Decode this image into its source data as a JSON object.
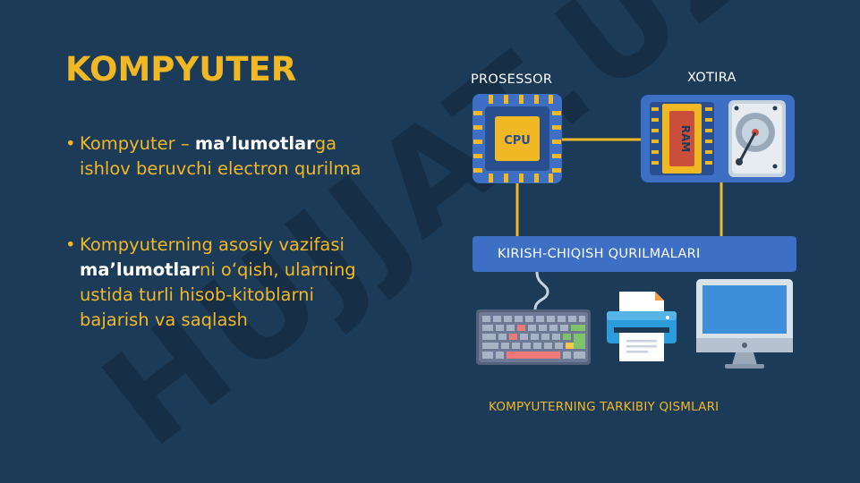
{
  "slide": {
    "title": "KOMPYUTER",
    "bullets": [
      {
        "line1_a": "Kompyuter – ",
        "line1_b": "ma’lumotlar",
        "line1_c": "ga",
        "line2": "ishlov beruvchi electron qurilma"
      },
      {
        "line1": "Kompyuterning asosiy vazifasi",
        "line2_a": "ma’lumotlar",
        "line2_b": "ni o‘qish, ularning",
        "line3": "ustida turli hisob-kitoblarni",
        "line4": "bajarish va saqlash"
      }
    ],
    "bullet_glyph": "•"
  },
  "diagram": {
    "processor_label": "PROSESSOR",
    "memory_label": "XOTIRA",
    "cpu_chip_text": "CPU",
    "ram_chip_text": "RAM",
    "io_label": "KIRISH-CHIQISH QURILMALARI",
    "caption": "KOMPYUTERNING TARKIBIY QISMLARI"
  },
  "watermark": {
    "text": "HUJJAT.UZ"
  },
  "colors": {
    "background": "#1c3b58",
    "accent": "#f2b824",
    "box_blue": "#3d6fc4",
    "text_white": "#ffffff"
  },
  "icons": [
    "cpu-icon",
    "ram-icon",
    "hard-disk-icon",
    "keyboard-icon",
    "printer-icon",
    "monitor-icon"
  ]
}
